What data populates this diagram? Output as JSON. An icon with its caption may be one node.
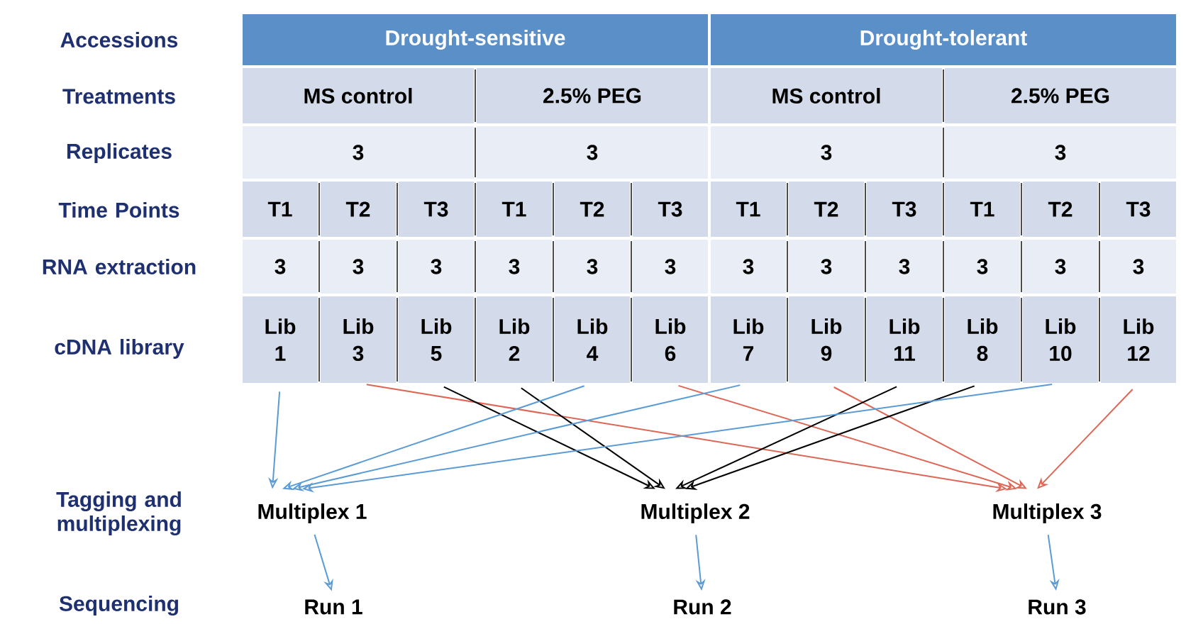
{
  "diagram": {
    "nodes": [
      {
        "text": [
          "Drought-sensitive"
        ]
      },
      {
        "text": [
          "Drought-tolerant"
        ]
      },
      {
        "text": [
          "MS control"
        ]
      },
      {
        "text": [
          "2.5% PEG"
        ]
      },
      {
        "text": [
          "MS control"
        ]
      },
      {
        "text": [
          "2.5% PEG"
        ]
      },
      {
        "text": [
          "3"
        ]
      },
      {
        "text": [
          "3"
        ]
      },
      {
        "text": [
          "3"
        ]
      },
      {
        "text": [
          "3"
        ]
      },
      {
        "text": [
          "T1"
        ]
      },
      {
        "text": [
          "T2"
        ]
      },
      {
        "text": [
          "T3"
        ]
      },
      {
        "text": [
          "T1"
        ]
      },
      {
        "text": [
          "T2"
        ]
      },
      {
        "text": [
          "T3"
        ]
      },
      {
        "text": [
          "T1"
        ]
      },
      {
        "text": [
          "T2"
        ]
      },
      {
        "text": [
          "T3"
        ]
      },
      {
        "text": [
          "T1"
        ]
      },
      {
        "text": [
          "T2"
        ]
      },
      {
        "text": [
          "T3"
        ]
      },
      {
        "text": [
          "3"
        ]
      },
      {
        "text": [
          "3"
        ]
      },
      {
        "text": [
          "3"
        ]
      },
      {
        "text": [
          "3"
        ]
      },
      {
        "text": [
          "3"
        ]
      },
      {
        "text": [
          "3"
        ]
      },
      {
        "text": [
          "3"
        ]
      },
      {
        "text": [
          "3"
        ]
      },
      {
        "text": [
          "3"
        ]
      },
      {
        "text": [
          "3"
        ]
      },
      {
        "text": [
          "3"
        ]
      },
      {
        "text": [
          "3"
        ]
      },
      {
        "text": [
          "Lib 1"
        ]
      },
      {
        "text": [
          "Lib 3"
        ]
      },
      {
        "text": [
          "Lib 5"
        ]
      },
      {
        "text": [
          "Lib 2"
        ]
      },
      {
        "text": [
          "Lib 4"
        ]
      },
      {
        "text": [
          "Lib 6"
        ]
      },
      {
        "text": [
          "Lib 7"
        ]
      },
      {
        "text": [
          "Lib 9"
        ]
      },
      {
        "text": [
          "Lib 11"
        ]
      },
      {
        "text": [
          "Lib 8"
        ]
      },
      {
        "text": [
          "Lib 10"
        ]
      },
      {
        "text": [
          "Lib 12"
        ]
      },
      {
        "text": [
          "Multiplex 1"
        ]
      },
      {
        "text": [
          "Multiplex 2"
        ]
      },
      {
        "text": [
          "Multiplex 3"
        ]
      },
      {
        "text": [
          "Run 1"
        ]
      },
      {
        "text": [
          "Run 2"
        ]
      },
      {
        "text": [
          "Run 3"
        ]
      }
    ],
    "edges": [
      {
        "from": 34,
        "to": 46,
        "arrow": "to"
      },
      {
        "from": 35,
        "to": 48,
        "arrow": "to",
        "color": "#dd6655"
      },
      {
        "from": 36,
        "to": 47,
        "arrow": "to",
        "color": "#000000"
      },
      {
        "from": 37,
        "to": 47,
        "arrow": "to",
        "color": "#000000"
      },
      {
        "from": 38,
        "to": 46,
        "arrow": "to"
      },
      {
        "from": 39,
        "to": 48,
        "arrow": "to",
        "color": "#dd6655"
      },
      {
        "from": 40,
        "to": 46,
        "arrow": "to"
      },
      {
        "from": 41,
        "to": 48,
        "arrow": "to",
        "color": "#dd6655"
      },
      {
        "from": 42,
        "to": 47,
        "arrow": "to",
        "color": "#000000"
      },
      {
        "from": 43,
        "to": 47,
        "arrow": "to",
        "color": "#000000"
      },
      {
        "from": 44,
        "to": 46,
        "arrow": "to"
      },
      {
        "from": 45,
        "to": 48,
        "arrow": "to",
        "color": "#dd6655"
      },
      {
        "from": 46,
        "to": 49,
        "arrow": "to"
      },
      {
        "from": 47,
        "to": 50,
        "arrow": "to"
      },
      {
        "from": 48,
        "to": 51,
        "arrow": "to"
      }
    ],
    "labels": [
      "Accessions",
      "Treatments",
      "Replicates",
      "Time Points",
      "RNA extraction",
      "cDNA library",
      "Tagging and multiplexing",
      "Sequencing"
    ]
  }
}
